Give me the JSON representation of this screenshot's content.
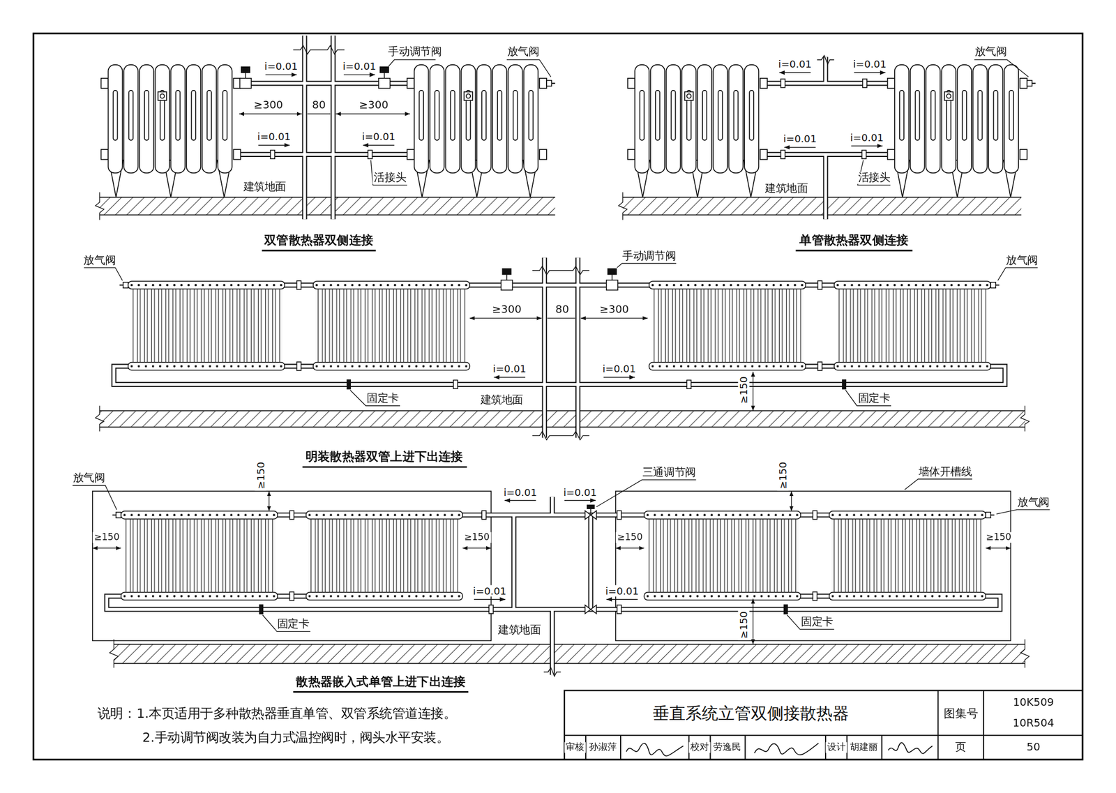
{
  "diagram": {
    "title": "垂直系统立管双侧接散热器",
    "labels": [
      "i=0.01",
      "手动调节阀",
      "i=0.01",
      "放气阀",
      "≥300",
      "80",
      "≥300",
      "i=0.01",
      "i=0.01",
      "活接头",
      "建筑地面",
      "双管散热器双侧连接",
      "i=0.01",
      "i=0.01",
      "放气阀",
      "i=0.01",
      "i=0.01",
      "活接头",
      "建筑地面",
      "单管散热器双侧连接",
      "放气阀",
      "手动调节阀",
      "放气阀",
      "≥300",
      "80",
      "≥300",
      "i=0.01",
      "i=0.01",
      "固定卡",
      "建筑地面",
      "≥150",
      "固定卡",
      "明装散热器双管上进下出连接",
      "放气阀",
      "≥150",
      "i=0.01",
      "i=0.01",
      "三通调节阀",
      "≥150",
      "墙体开槽线",
      "≥150",
      "≥150",
      "≥150",
      "放气阀",
      "≥150",
      "i=0.01",
      "i=0.01",
      "固定卡",
      "建筑地面",
      "≥150",
      "固定卡",
      "散热器嵌入式单管上进下出连接",
      "说明：",
      "1.本页适用于多种散热器垂直单管、双管系统管道连接。",
      "2.手动调节阀改装为自力式温控阀时，阀头水平安装。",
      "图集号",
      "10K509",
      "10R504",
      "审核",
      "孙淑萍",
      "校对",
      "劳逸民",
      "设计",
      "胡建丽",
      "页",
      "50"
    ]
  }
}
